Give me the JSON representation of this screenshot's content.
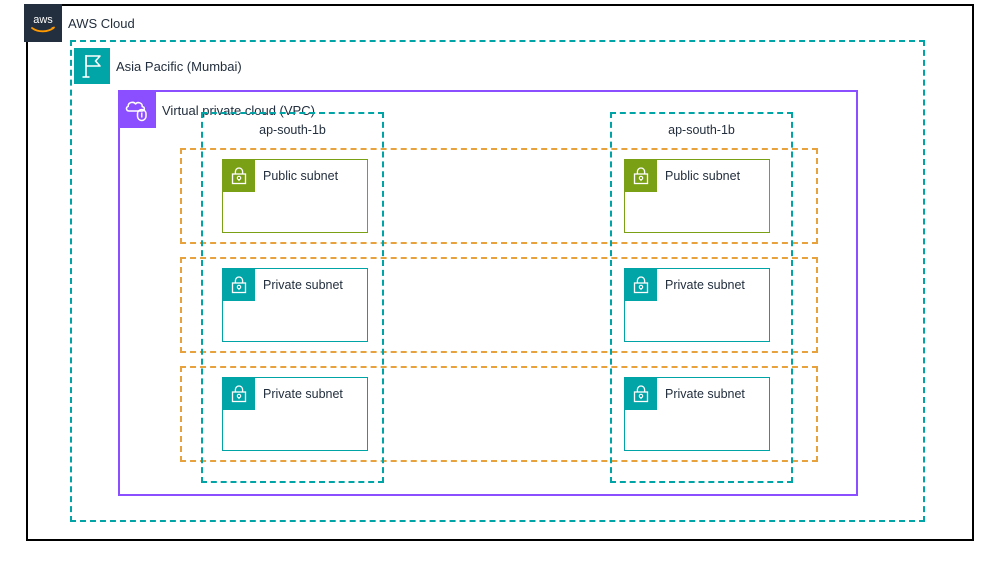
{
  "diagram": {
    "cloud": {
      "label": "AWS Cloud",
      "logo_text": "aws",
      "logo_bg": "#232F3E"
    },
    "region": {
      "label": "Asia Pacific (Mumbai)",
      "icon": "region-flag-icon",
      "icon_color": "#01A5A7",
      "border_color": "#00A4A6",
      "border_style": "dashed"
    },
    "vpc": {
      "label": "Virtual private cloud (VPC)",
      "icon": "vpc-cloud-lock-icon",
      "icon_color": "#8C4FFF",
      "border_color": "#8C4FFF",
      "border_style": "solid"
    },
    "availability_zones": [
      {
        "label": "ap-south-1b",
        "border_color": "#00A4A6",
        "border_style": "dashed"
      },
      {
        "label": "ap-south-1b",
        "border_color": "#00A4A6",
        "border_style": "dashed"
      }
    ],
    "subnet_rows": [
      {
        "border_color": "#E7A13D",
        "border_style": "dashed"
      },
      {
        "border_color": "#E7A13D",
        "border_style": "dashed"
      },
      {
        "border_color": "#E7A13D",
        "border_style": "dashed"
      }
    ],
    "subnets": [
      {
        "label": "Public subnet",
        "type": "public",
        "icon": "padlock-icon",
        "color": "#7AA116",
        "zone": 0,
        "row": 0
      },
      {
        "label": "Public subnet",
        "type": "public",
        "icon": "padlock-icon",
        "color": "#7AA116",
        "zone": 1,
        "row": 0
      },
      {
        "label": "Private subnet",
        "type": "private",
        "icon": "padlock-icon",
        "color": "#01A5A7",
        "zone": 0,
        "row": 1
      },
      {
        "label": "Private subnet",
        "type": "private",
        "icon": "padlock-icon",
        "color": "#01A5A7",
        "zone": 1,
        "row": 1
      },
      {
        "label": "Private subnet",
        "type": "private",
        "icon": "padlock-icon",
        "color": "#01A5A7",
        "zone": 0,
        "row": 2
      },
      {
        "label": "Private subnet",
        "type": "private",
        "icon": "padlock-icon",
        "color": "#01A5A7",
        "zone": 1,
        "row": 2
      }
    ]
  }
}
